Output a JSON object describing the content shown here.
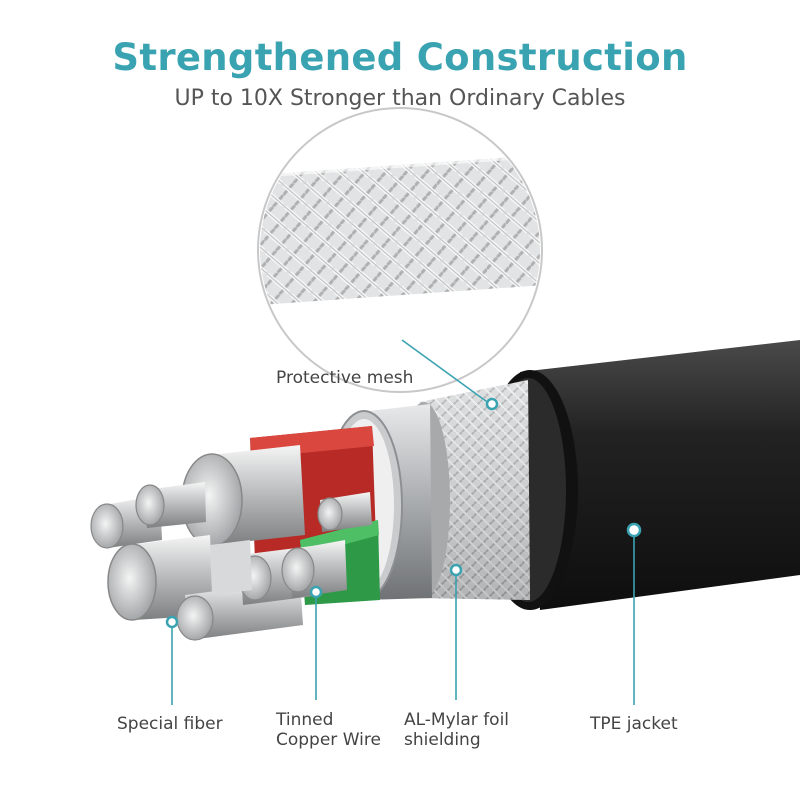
{
  "header": {
    "title": "Strengthened Construction",
    "subtitle": "UP to 10X Stronger than Ordinary Cables"
  },
  "colors": {
    "accent": "#3aa3b1",
    "jacket": "#1f1f1f",
    "red_core": "#c4302b",
    "green_core": "#2f9a4a",
    "foil": "#b9bcbf",
    "mesh": "#d9dbdc",
    "label_text": "#444444"
  },
  "labels": {
    "protective_mesh": "Protective mesh",
    "special_fiber": "Special fiber",
    "tinned_copper_wire_line1": "Tinned",
    "tinned_copper_wire_line2": "Copper Wire",
    "al_mylar_line1": "AL-Mylar foil",
    "al_mylar_line2": "shielding",
    "tpe_jacket": "TPE jacket"
  }
}
